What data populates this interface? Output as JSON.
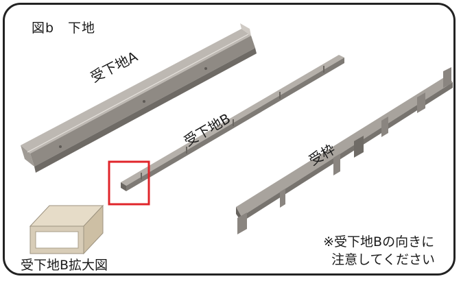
{
  "figure_title": "図b　下地",
  "labels": {
    "rail_a": "受下地A",
    "rail_b": "受下地B",
    "frame_rail": "受枠",
    "enlarged_view": "受下地B拡大図"
  },
  "note": {
    "line1": "※受下地Bの向きに",
    "line2": "注意してください"
  },
  "colors": {
    "metal": "#9a958f",
    "metal_light": "#b9b4ae",
    "metal_dark": "#6e6a65",
    "highlight_box": "#e0242a",
    "enlarged_part": "#d8cdb8",
    "frame_border": "#222222"
  }
}
